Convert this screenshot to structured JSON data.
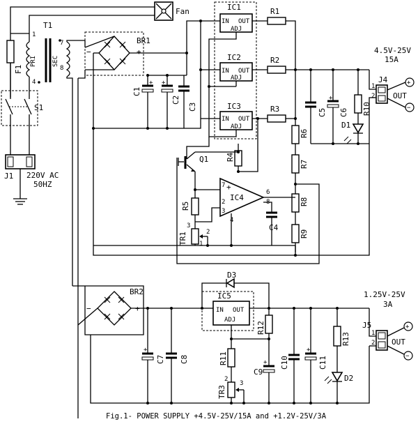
{
  "labels": {
    "fan": "Fan",
    "t1": "T1",
    "pri": "PRI",
    "sec": "SEC",
    "pin1": "1",
    "pin4": "4",
    "pin7": "7",
    "pin8": "8",
    "f1": "F1",
    "s1": "S1",
    "j1": "J1",
    "mains": "220V AC",
    "freq": "50HZ",
    "br1": "BR1",
    "br2": "BR2",
    "c1": "C1",
    "c2": "C2",
    "c3": "C3",
    "c4": "C4",
    "c5": "C5",
    "c6": "C6",
    "c7": "C7",
    "c8": "C8",
    "c9": "C9",
    "c10": "C10",
    "c11": "C11",
    "ic1": "IC1",
    "ic2": "IC2",
    "ic3": "IC3",
    "ic4": "IC4",
    "ic5": "IC5",
    "in": "IN",
    "out": "OUT",
    "adj": "ADJ",
    "r1": "R1",
    "r2": "R2",
    "r3": "R3",
    "r4": "R4",
    "r5": "R5",
    "r6": "R6",
    "r7": "R7",
    "r8": "R8",
    "r9": "R9",
    "r10": "R10",
    "r11": "R11",
    "r12": "R12",
    "r13": "R13",
    "q1": "Q1",
    "tr1": "TR1",
    "tr3": "TR3",
    "d1": "D1",
    "d2": "D2",
    "d3": "D3",
    "j4": "J4",
    "j5": "J5",
    "out1_range": "4.5V-25V",
    "out1_current": "15A",
    "out2_range": "1.25V-25V",
    "out2_current": "3A",
    "out_word": "OUT",
    "plus": "+",
    "minus": "−",
    "p1": "1",
    "p2": "2",
    "p3": "3",
    "p4": "4",
    "p6": "6",
    "p7": "7",
    "p8": "8",
    "caption": "Fig.1- POWER SUPPLY +4.5V-25V/15A and +1.2V-25V/3A"
  }
}
